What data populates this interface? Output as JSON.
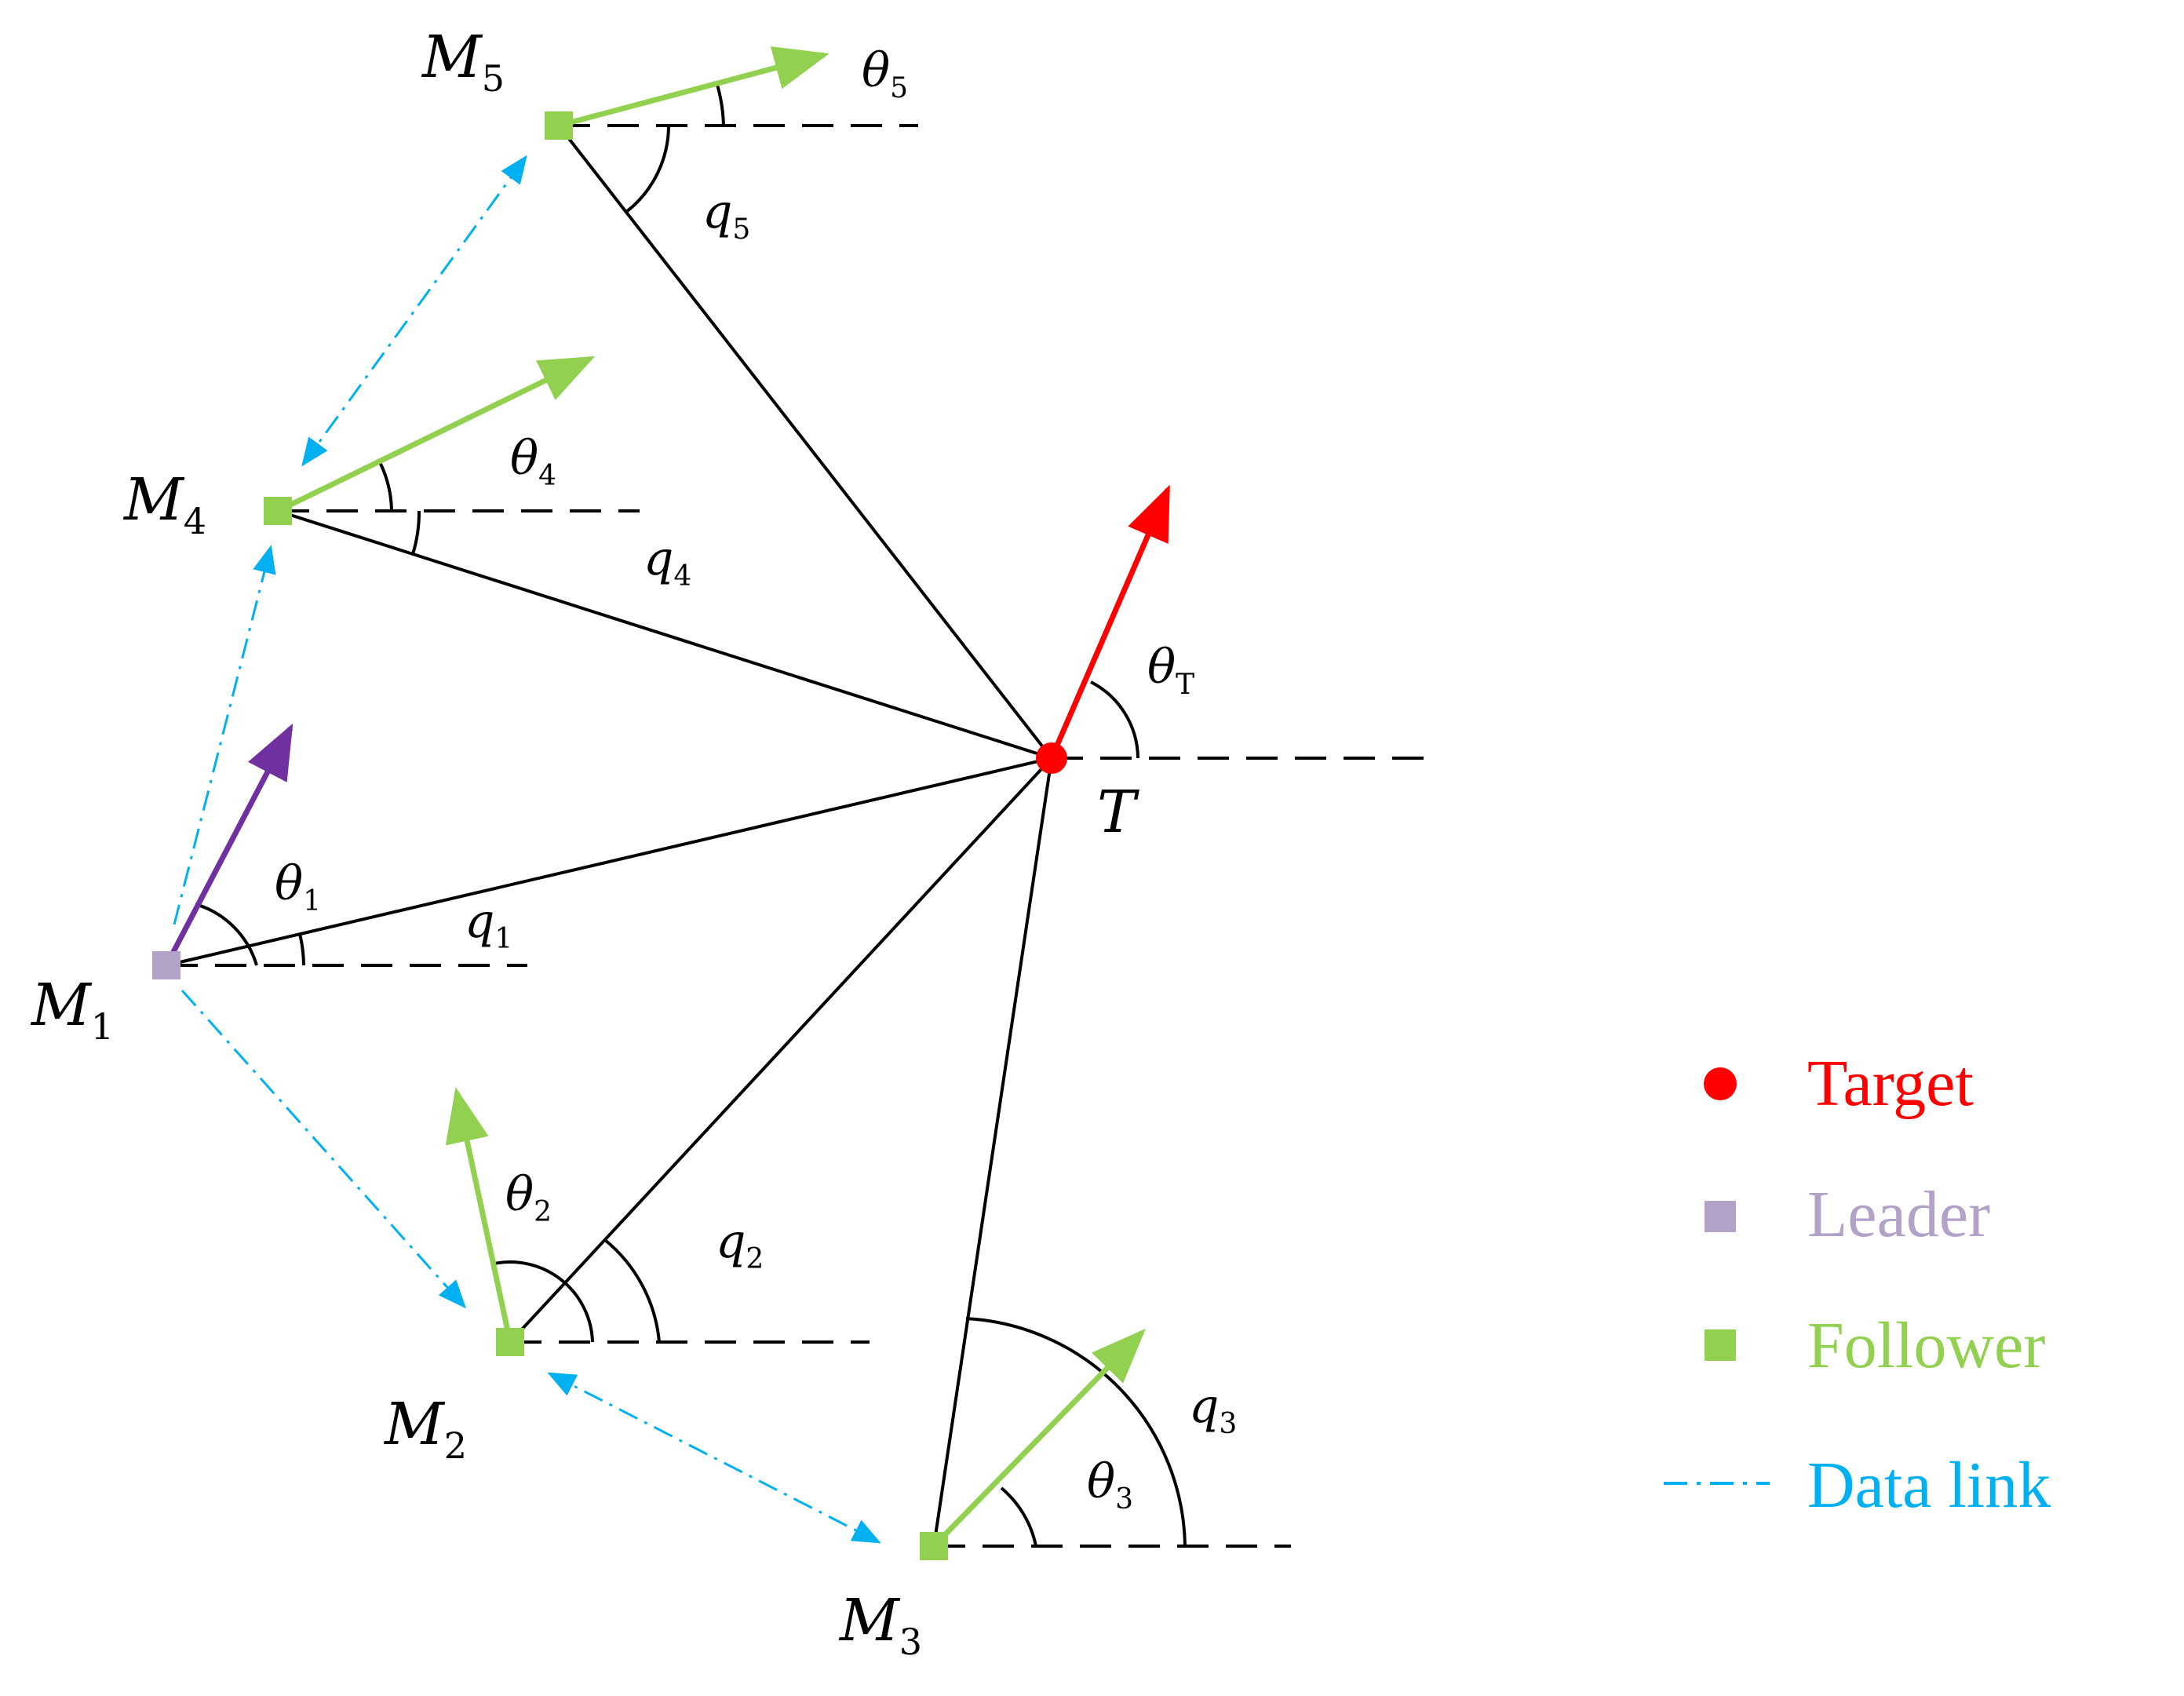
{
  "colors": {
    "target": "#ff0000",
    "leader": "#b3a2c7",
    "leader_arrow": "#7030a0",
    "follower": "#92d050",
    "data_link": "#00b0f0",
    "line": "#000000"
  },
  "nodes": {
    "T": {
      "label": "T"
    },
    "M1": {
      "base": "M",
      "sub": "1"
    },
    "M2": {
      "base": "M",
      "sub": "2"
    },
    "M3": {
      "base": "M",
      "sub": "3"
    },
    "M4": {
      "base": "M",
      "sub": "4"
    },
    "M5": {
      "base": "M",
      "sub": "5"
    }
  },
  "angles": {
    "theta1": {
      "base": "θ",
      "sub": "1"
    },
    "theta2": {
      "base": "θ",
      "sub": "2"
    },
    "theta3": {
      "base": "θ",
      "sub": "3"
    },
    "theta4": {
      "base": "θ",
      "sub": "4"
    },
    "theta5": {
      "base": "θ",
      "sub": "5"
    },
    "thetaT": {
      "base": "θ",
      "sub": "T"
    },
    "q1": {
      "base": "q",
      "sub": "1"
    },
    "q2": {
      "base": "q",
      "sub": "2"
    },
    "q3": {
      "base": "q",
      "sub": "3"
    },
    "q4": {
      "base": "q",
      "sub": "4"
    },
    "q5": {
      "base": "q",
      "sub": "5"
    }
  },
  "legend": {
    "target": "Target",
    "leader": "Leader",
    "follower": "Follower",
    "data_link": "Data link"
  }
}
